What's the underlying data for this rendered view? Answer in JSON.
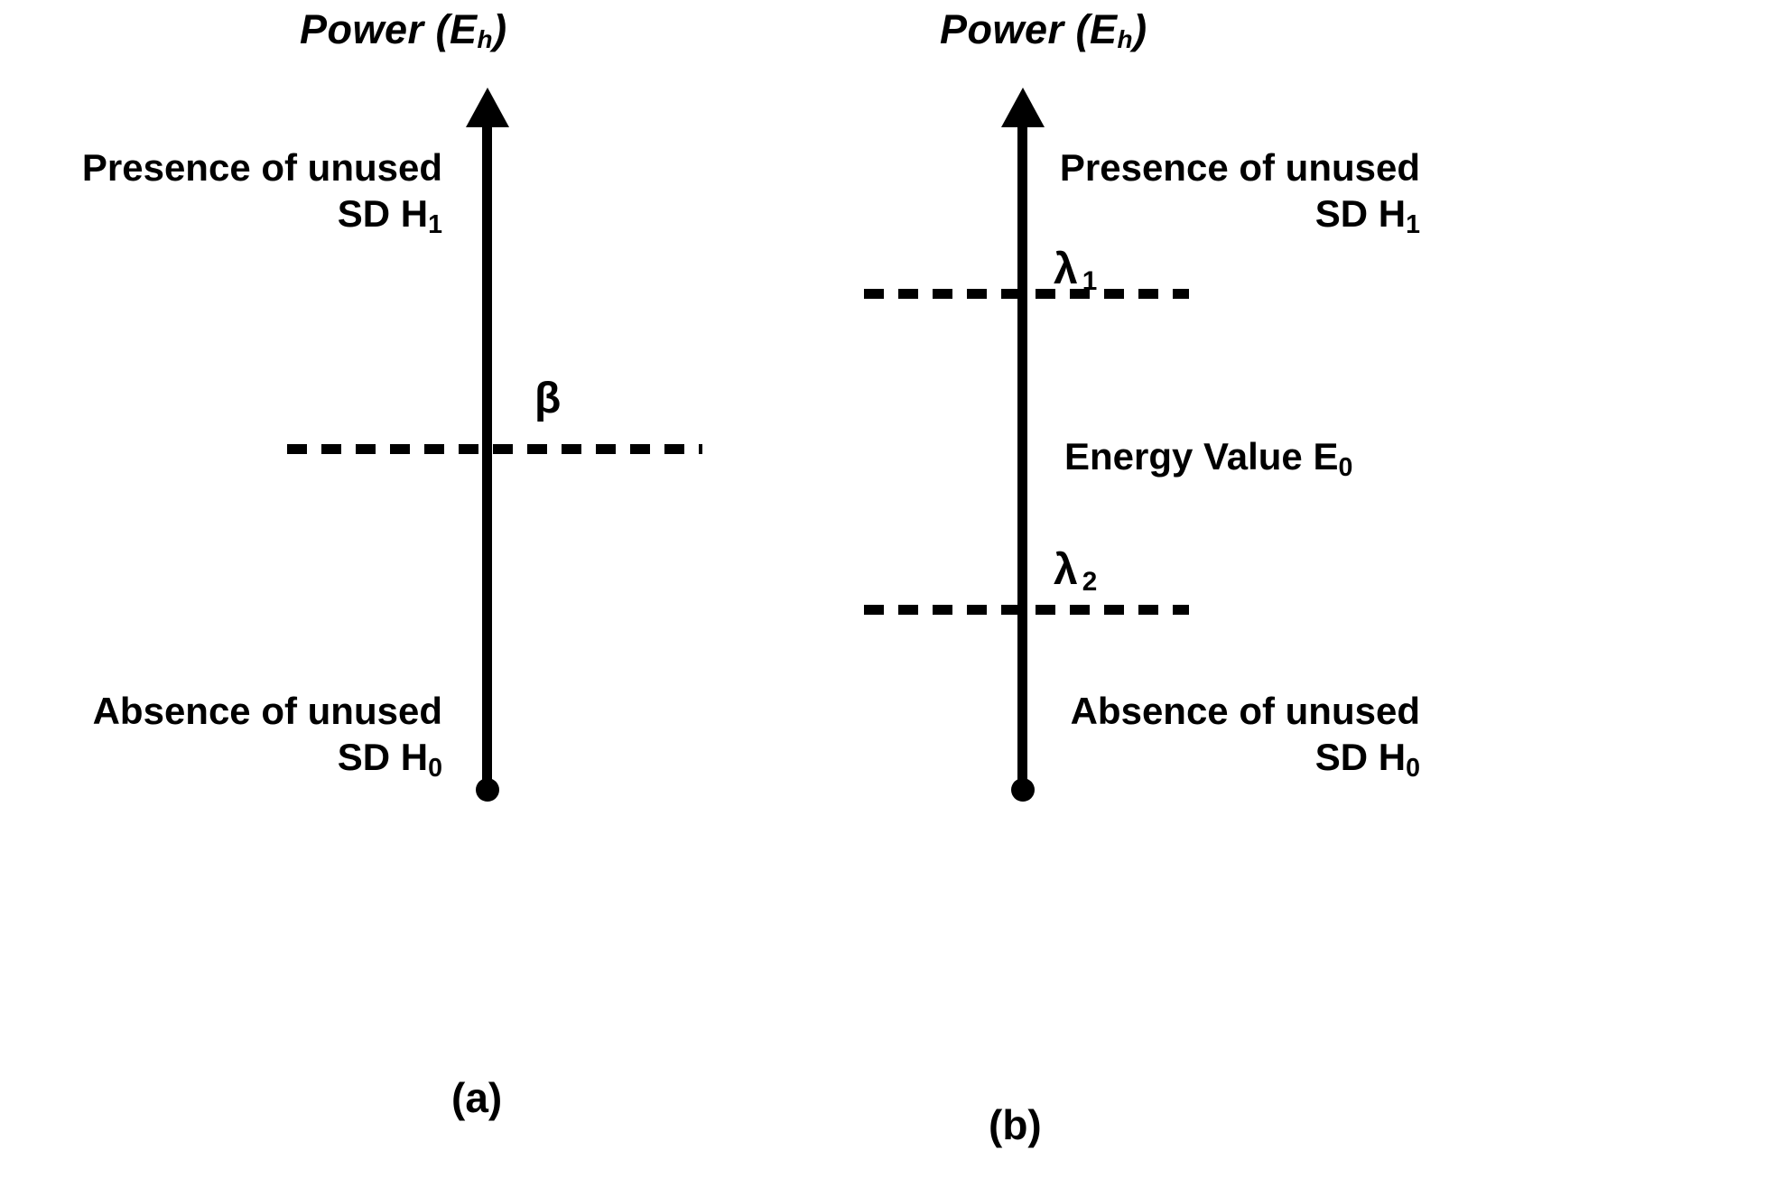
{
  "figure": {
    "type": "diagram",
    "description": "Two schematic energy-axis diagrams comparing single-threshold and double-threshold spectrum sensing decision regions",
    "background_color": "#ffffff",
    "stroke_color": "#000000"
  },
  "panels": [
    {
      "id": "a",
      "caption": "(a)",
      "axis": {
        "title_text": "Power (E",
        "title_sub": "h",
        "title_close": ")",
        "direction": "up",
        "has_arrowhead": true,
        "has_base_dot": true
      },
      "upper_region": {
        "line1": "Presence of unused",
        "line2": "SD H",
        "line2_sub": "1"
      },
      "lower_region": {
        "line1": "Absence of unused",
        "line2": "SD H",
        "line2_sub": "0"
      },
      "thresholds": [
        {
          "name": "beta-threshold",
          "symbol": "β",
          "subscript": "",
          "style": "dashed"
        }
      ]
    },
    {
      "id": "b",
      "caption": "(b)",
      "axis": {
        "title_text": "Power (E",
        "title_sub": "h",
        "title_close": ")",
        "direction": "up",
        "has_arrowhead": true,
        "has_base_dot": true
      },
      "upper_region": {
        "line1": "Presence of unused",
        "line2": "SD H",
        "line2_sub": "1"
      },
      "lower_region": {
        "line1": "Absence of unused",
        "line2": "SD H",
        "line2_sub": "0"
      },
      "middle_region": {
        "text": "Energy Value E",
        "sub": "0"
      },
      "thresholds": [
        {
          "name": "lambda-1-threshold",
          "symbol": "λ",
          "subscript": "1",
          "style": "dashed"
        },
        {
          "name": "lambda-2-threshold",
          "symbol": "λ",
          "subscript": "2",
          "style": "dashed"
        }
      ]
    }
  ]
}
